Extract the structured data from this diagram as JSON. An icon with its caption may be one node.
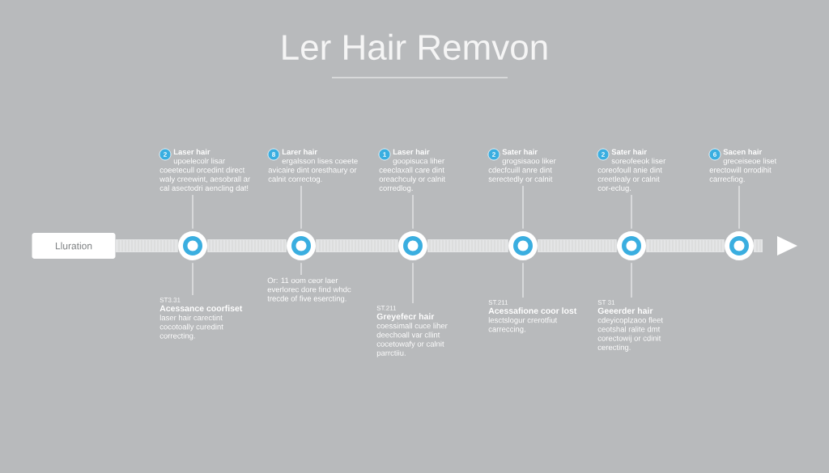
{
  "diagram": {
    "title": "Ler Hair Remvon",
    "nodes": [
      {
        "text": [
          "Lluration"
        ]
      },
      {
        "text": [],
        "shape": "circle"
      },
      {
        "text": [],
        "shape": "circle"
      },
      {
        "text": [],
        "shape": "circle"
      },
      {
        "text": [],
        "shape": "circle"
      },
      {
        "text": [],
        "shape": "circle"
      },
      {
        "text": [],
        "shape": "circle"
      },
      {
        "text": [
          "2"
        ]
      },
      {
        "text": [
          "Laser hair",
          "upoelecolr lisar coeetecull orcedint direct waly creewint, aesobrall ar cal asectodri aencling dat!"
        ]
      },
      {
        "text": [
          "8"
        ]
      },
      {
        "text": [
          "Larer hair",
          "ergalsson lises coeete avicaire dint oresthaury or calnit correctog."
        ]
      },
      {
        "text": [
          "1"
        ]
      },
      {
        "text": [
          "Laser hair",
          "goopisuca liher ceeclaxall care dint oreachculy or calnit corredlog."
        ]
      },
      {
        "text": [
          "2"
        ]
      },
      {
        "text": [
          "Sater hair",
          "grogsisaoo liker cdecfcuill anre dint serectedly or calnit"
        ]
      },
      {
        "text": [
          "2"
        ]
      },
      {
        "text": [
          "Sater hair",
          "soreofeeok liser coreofoull anie dint creetlealy or calnit cor-eclug."
        ]
      },
      {
        "text": [
          "6"
        ]
      },
      {
        "text": [
          "Sacen hair",
          "greceiseoe liset erectowill orrodihit carrecfiog."
        ]
      },
      {
        "text": [
          "ST3.31",
          "Acessance coorfiset",
          "laser hair carectint cocotoally curedint correcting."
        ]
      },
      {
        "text": [
          "Or: 11 oom ceor laer everlorec dore find whdc trecde of five esercting."
        ]
      },
      {
        "text": [
          "ST.211",
          "Greyefecr hair",
          "coessimall cuce liher deechoall var cllint cocetowafy or calnit parrctiiu."
        ]
      },
      {
        "text": [
          "ST.211",
          "Acessafione coor lost",
          "lesctslogur crerotfiut carreccing."
        ]
      },
      {
        "text": [
          "ST 31",
          "Geeerder hair",
          "cdeyicoplzaoo fleet ceotshal ralite dmt corectowij or cdinit cerecting."
        ]
      }
    ],
    "edges": [
      {
        "from": 0,
        "to": 1,
        "arrow": "none",
        "style": "thick"
      },
      {
        "from": 1,
        "to": 2,
        "arrow": "none",
        "style": "thick"
      },
      {
        "from": 2,
        "to": 3,
        "arrow": "none",
        "style": "thick"
      },
      {
        "from": 3,
        "to": 4,
        "arrow": "none",
        "style": "thick"
      },
      {
        "from": 4,
        "to": 5,
        "arrow": "none",
        "style": "thick"
      },
      {
        "from": 5,
        "to": 6,
        "arrow": "none",
        "style": "thick"
      },
      {
        "from": 8,
        "to": 1,
        "arrow": "none"
      },
      {
        "from": 10,
        "to": 2,
        "arrow": "none"
      },
      {
        "from": 12,
        "to": 3,
        "arrow": "none"
      },
      {
        "from": 14,
        "to": 4,
        "arrow": "none"
      },
      {
        "from": 16,
        "to": 5,
        "arrow": "none"
      },
      {
        "from": 18,
        "to": 6,
        "arrow": "none"
      },
      {
        "from": 1,
        "to": 19,
        "arrow": "none"
      },
      {
        "from": 2,
        "to": 20,
        "arrow": "none"
      },
      {
        "from": 3,
        "to": 21,
        "arrow": "none"
      },
      {
        "from": 4,
        "to": 22,
        "arrow": "none"
      },
      {
        "from": 5,
        "to": 23,
        "arrow": "none"
      }
    ]
  }
}
